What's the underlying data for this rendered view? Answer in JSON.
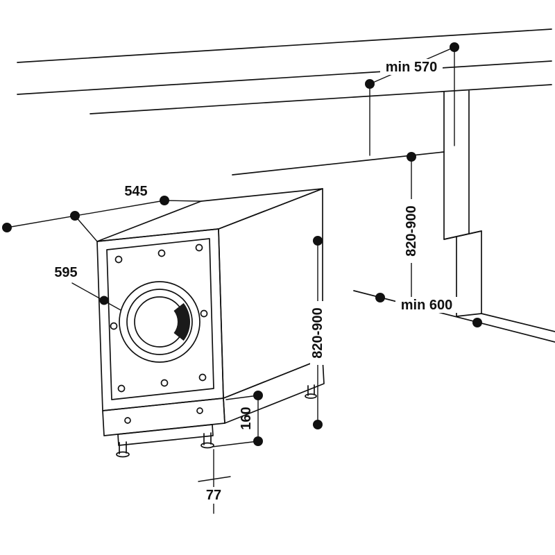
{
  "diagram": {
    "kind": "appliance-installation-dimension-drawing",
    "subject": "built-in washing machine under worktop",
    "unit": "mm",
    "colors": {
      "line": "#111111",
      "background": "#ffffff",
      "handle_fill": "#1a1a1a"
    },
    "labels": {
      "niche_depth": "min 570",
      "niche_height": "820-900",
      "appliance_height": "820-900",
      "appliance_depth": "545",
      "appliance_width": "595",
      "niche_width": "min 600",
      "plinth_height": "160",
      "plinth_recess": "77"
    }
  }
}
